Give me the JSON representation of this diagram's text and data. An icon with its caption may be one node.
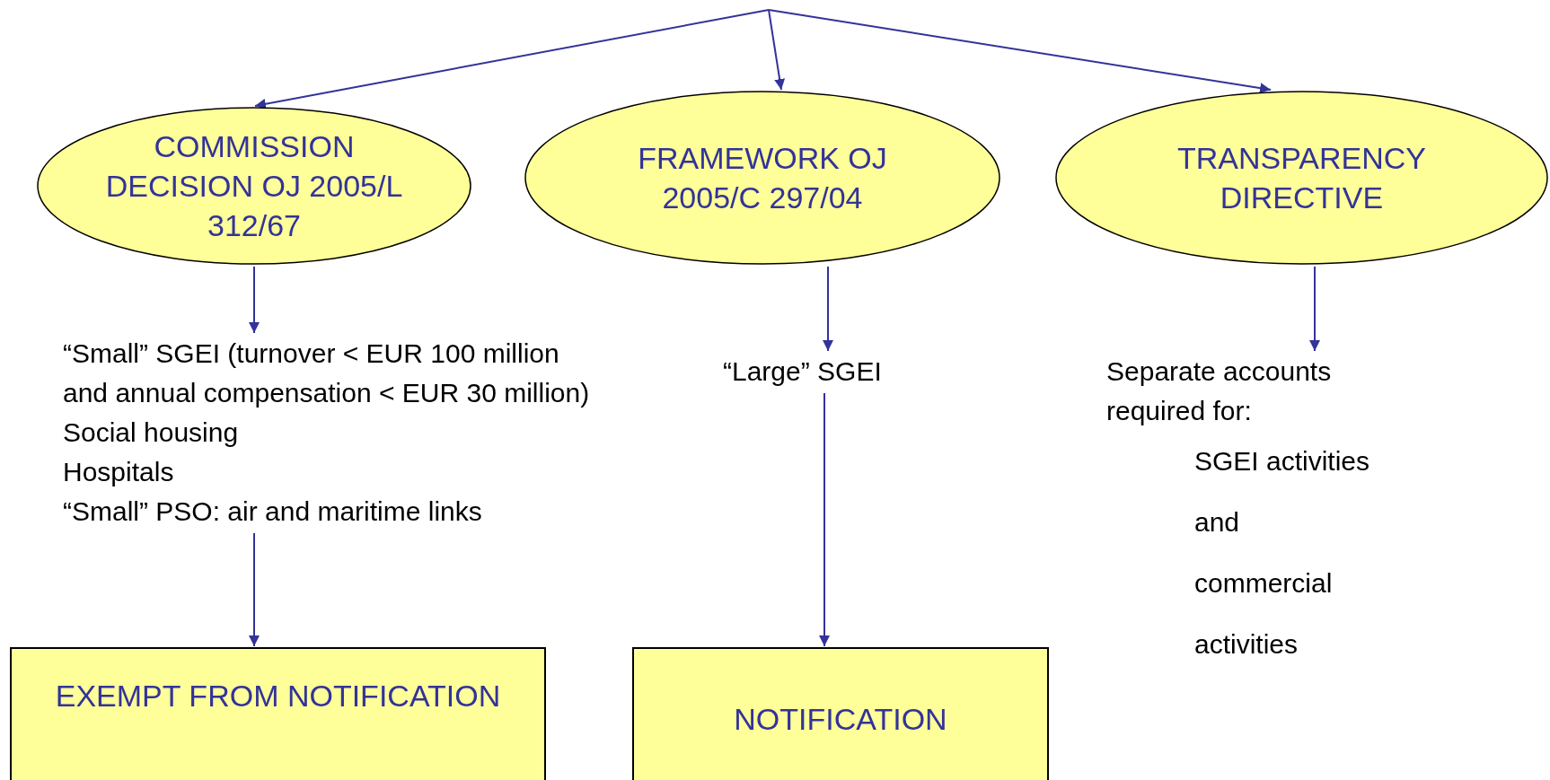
{
  "diagram": {
    "nodes": [
      {
        "text": [
          "COMMISSION DECISION OJ 2005/L 312/67"
        ]
      },
      {
        "text": [
          "FRAMEWORK OJ 2005/C 297/04"
        ]
      },
      {
        "text": [
          "TRANSPARENCY DIRECTIVE"
        ]
      },
      {
        "text": [
          "“Small” SGEI (turnover < EUR 100 million and annual compensation < EUR 30 million)",
          "Social housing",
          "Hospitals",
          "“Small” PSO: air and maritime links"
        ]
      },
      {
        "text": [
          "“Large” SGEI"
        ]
      },
      {
        "text": [
          "Separate accounts required for:",
          "SGEI activities and",
          "commercial activities"
        ]
      },
      {
        "text": [
          "EXEMPT FROM NOTIFICATION"
        ]
      },
      {
        "text": [
          "NOTIFICATION"
        ]
      }
    ],
    "edges": [
      {
        "from": null,
        "to": 0,
        "arrow": "to"
      },
      {
        "from": null,
        "to": 1,
        "arrow": "to"
      },
      {
        "from": null,
        "to": 2,
        "arrow": "to"
      },
      {
        "from": 0,
        "to": 3,
        "arrow": "to"
      },
      {
        "from": 1,
        "to": 4,
        "arrow": "to"
      },
      {
        "from": 2,
        "to": 5,
        "arrow": "to"
      },
      {
        "from": 3,
        "to": 6,
        "arrow": "to"
      },
      {
        "from": 4,
        "to": 7,
        "arrow": "to"
      }
    ]
  }
}
